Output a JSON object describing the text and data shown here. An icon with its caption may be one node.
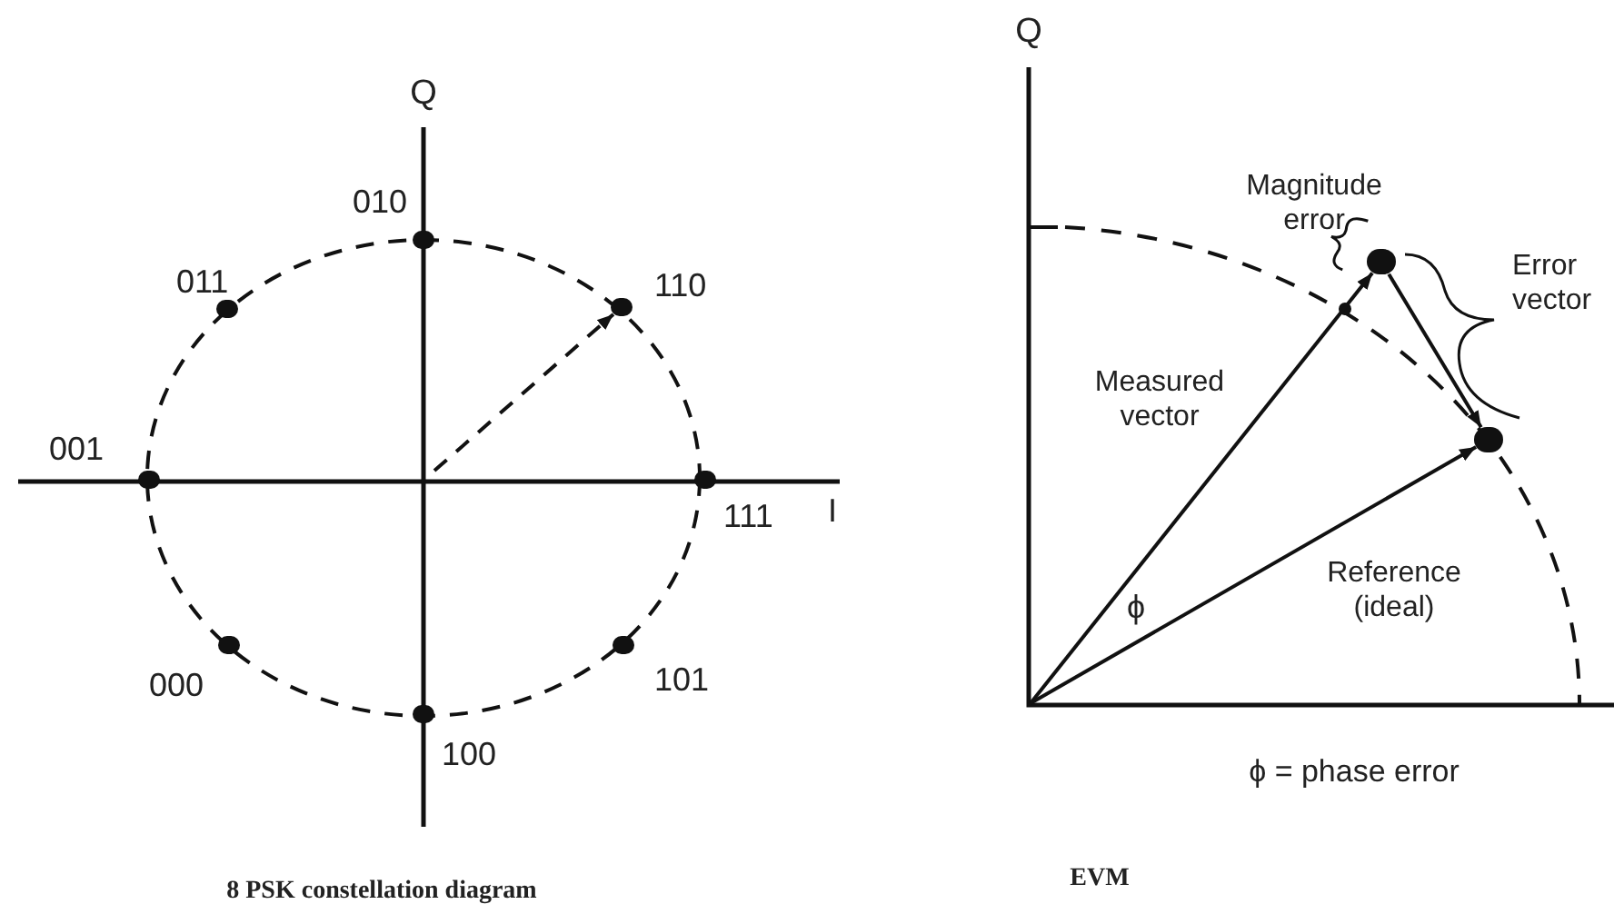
{
  "diagram": {
    "nodes": [
      {
        "text": [],
        "shape": "circle",
        "beside": [
          "010"
        ]
      },
      {
        "text": [],
        "shape": "circle",
        "beside": [
          "011"
        ]
      },
      {
        "text": [],
        "shape": "circle",
        "beside": [
          "110"
        ]
      },
      {
        "text": [],
        "shape": "circle",
        "beside": [
          "001"
        ]
      },
      {
        "text": [],
        "shape": "circle",
        "beside": [
          "111"
        ]
      },
      {
        "text": [],
        "shape": "circle",
        "beside": [
          "000"
        ]
      },
      {
        "text": [],
        "shape": "circle",
        "beside": [
          "101"
        ]
      },
      {
        "text": [],
        "shape": "circle",
        "beside": [
          "100"
        ]
      },
      {
        "text": [],
        "shape": "circle"
      },
      {
        "text": [],
        "shape": "circle"
      }
    ],
    "edges": [
      {
        "from": null,
        "to": 2,
        "arrow": "to",
        "style": "dashed"
      },
      {
        "from": null,
        "to": 8,
        "arrow": "to"
      },
      {
        "from": null,
        "to": 9,
        "arrow": "to"
      },
      {
        "from": 8,
        "to": 9,
        "arrow": "to"
      }
    ],
    "labels": [
      "Q",
      "Q",
      "Magnitude error",
      "Error vector",
      "Measured vector",
      "I",
      "ϕ",
      "Reference (ideal)",
      "ϕ = phase error",
      "8 PSK constellation  diagram",
      "EVM"
    ]
  }
}
